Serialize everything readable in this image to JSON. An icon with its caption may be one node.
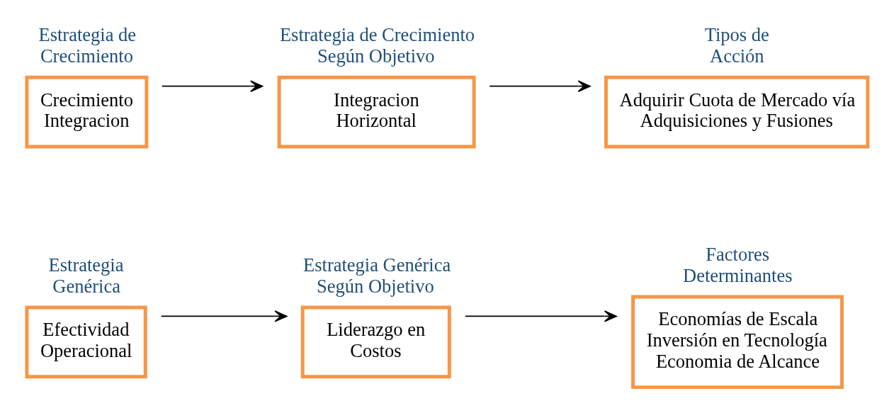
{
  "diagram": {
    "nodes": [
      {
        "text": [
          "Estrategia Genérica",
          "Efectividad Operacional"
        ]
      },
      {
        "text": [
          "Estrategia Genérica Según Objetivo",
          "Liderazgo en Costos"
        ]
      },
      {
        "text": [
          "Factores Determinantes",
          "Economías de Escala Inversión en Tecnología Economia de Alcance"
        ]
      },
      {
        "text": [
          "Estrategia de Crecimiento",
          "Crecimiento Integracion"
        ]
      },
      {
        "text": [
          "Estrategia de Crecimiento Según Objetivo",
          "Integracion Horizontal"
        ]
      },
      {
        "text": [
          "Tipos de Acción",
          "Adquirir Cuota de Mercado vía Adquisiciones y Fusiones"
        ]
      }
    ],
    "edges": [
      {
        "from": 0,
        "to": 1,
        "arrow": "to"
      },
      {
        "from": 1,
        "to": 2,
        "arrow": "to"
      },
      {
        "from": 3,
        "to": 4,
        "arrow": "to"
      },
      {
        "from": 4,
        "to": 5,
        "arrow": "to"
      }
    ]
  }
}
